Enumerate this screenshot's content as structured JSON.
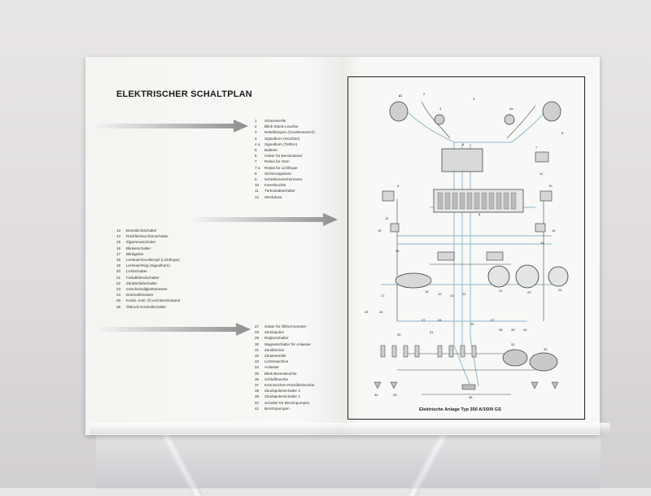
{
  "left_page": {
    "title": "ELEKTRISCHER SCHALTPLAN",
    "legend_groups": [
      {
        "items": [
          {
            "n": "1",
            "label": "Scheinwerfer"
          },
          {
            "n": "2",
            "label": "Blink-Stand-Leuchte"
          },
          {
            "n": "3",
            "label": "Nebellampen (Sonderwunsch)"
          },
          {
            "n": "4",
            "label": "Signalhorn (Hochton)"
          },
          {
            "n": "4 a",
            "label": "Signalhorn (Tiefton)"
          },
          {
            "n": "5",
            "label": "Batterie"
          },
          {
            "n": "6",
            "label": "Geber für Benzinstand"
          },
          {
            "n": "7",
            "label": "Relais für Horn"
          },
          {
            "n": "7 a",
            "label": "Relais für Lichthupe"
          },
          {
            "n": "8",
            "label": "Sicherungsdose"
          },
          {
            "n": "9",
            "label": "Scheibenwischermotor"
          },
          {
            "n": "10",
            "label": "Innenleuchte"
          },
          {
            "n": "11",
            "label": "Türkontaktschalter"
          },
          {
            "n": "12",
            "label": "Steckdose"
          }
        ]
      },
      {
        "items": [
          {
            "n": "13",
            "label": "Bremslichtschalter"
          },
          {
            "n": "14",
            "label": "Rückfahrleuchtenschalter"
          },
          {
            "n": "15",
            "label": "Zigarrenanzünder"
          },
          {
            "n": "16",
            "label": "Blinkerschalter"
          },
          {
            "n": "17",
            "label": "Blinkgeber"
          },
          {
            "n": "18",
            "label": "Lenkrad-Druckknopf (Lichthupe)"
          },
          {
            "n": "19",
            "label": "Lenkrad-Ring (Signalhorn)"
          },
          {
            "n": "20",
            "label": "Lichtschalter"
          },
          {
            "n": "21",
            "label": "Fußabblendschalter"
          },
          {
            "n": "22",
            "label": "Zündanlaßschalter"
          },
          {
            "n": "23",
            "label": "Geschwindigkeitsmesser"
          },
          {
            "n": "24",
            "label": "Drehzahlmesser"
          },
          {
            "n": "25",
            "label": "Komb.-Instr. Öl und Benzinstand"
          },
          {
            "n": "26",
            "label": "Öldruck-Kontrollschalter"
          }
        ]
      },
      {
        "items": [
          {
            "n": "27",
            "label": "Geber für Ölthermometer"
          },
          {
            "n": "28",
            "label": "Zündspulen"
          },
          {
            "n": "29",
            "label": "Reglerschalter"
          },
          {
            "n": "30",
            "label": "Magnetschalter für Anlasser"
          },
          {
            "n": "31",
            "label": "Zündkerzen"
          },
          {
            "n": "32",
            "label": "Zündverteiler"
          },
          {
            "n": "33",
            "label": "Lichtmaschine"
          },
          {
            "n": "34",
            "label": "Anlasser"
          },
          {
            "n": "35",
            "label": "Blink-Bremsleuchte"
          },
          {
            "n": "36",
            "label": "Schlußleuchte"
          },
          {
            "n": "37",
            "label": "Kennzeichen-Rückfahrleuchte"
          },
          {
            "n": "38",
            "label": "Zündspulenschalter 2"
          },
          {
            "n": "39",
            "label": "Zündspulenschalter 1"
          },
          {
            "n": "40",
            "label": "Schalter für Benzinpumpen"
          },
          {
            "n": "41",
            "label": "Benzinpumpen"
          }
        ]
      }
    ]
  },
  "right_page": {
    "caption": "Elektrische Anlage Typ 356 A/1500 GS",
    "component_numbers": [
      "1",
      "2",
      "3",
      "4",
      "4a",
      "5",
      "6",
      "7",
      "8",
      "9",
      "10",
      "11",
      "12",
      "13",
      "14",
      "15",
      "16",
      "17",
      "18",
      "19",
      "20",
      "21",
      "22",
      "23",
      "24",
      "25",
      "26",
      "27",
      "28",
      "29",
      "30",
      "31",
      "32",
      "33",
      "34",
      "35",
      "36",
      "37",
      "38",
      "39",
      "40",
      "41"
    ]
  },
  "colors": {
    "paper": "#f7f7f5",
    "ink": "#1b1b1b",
    "arrow_gray": "#9a9a9a",
    "wire_blue": "#9fc3d6"
  }
}
